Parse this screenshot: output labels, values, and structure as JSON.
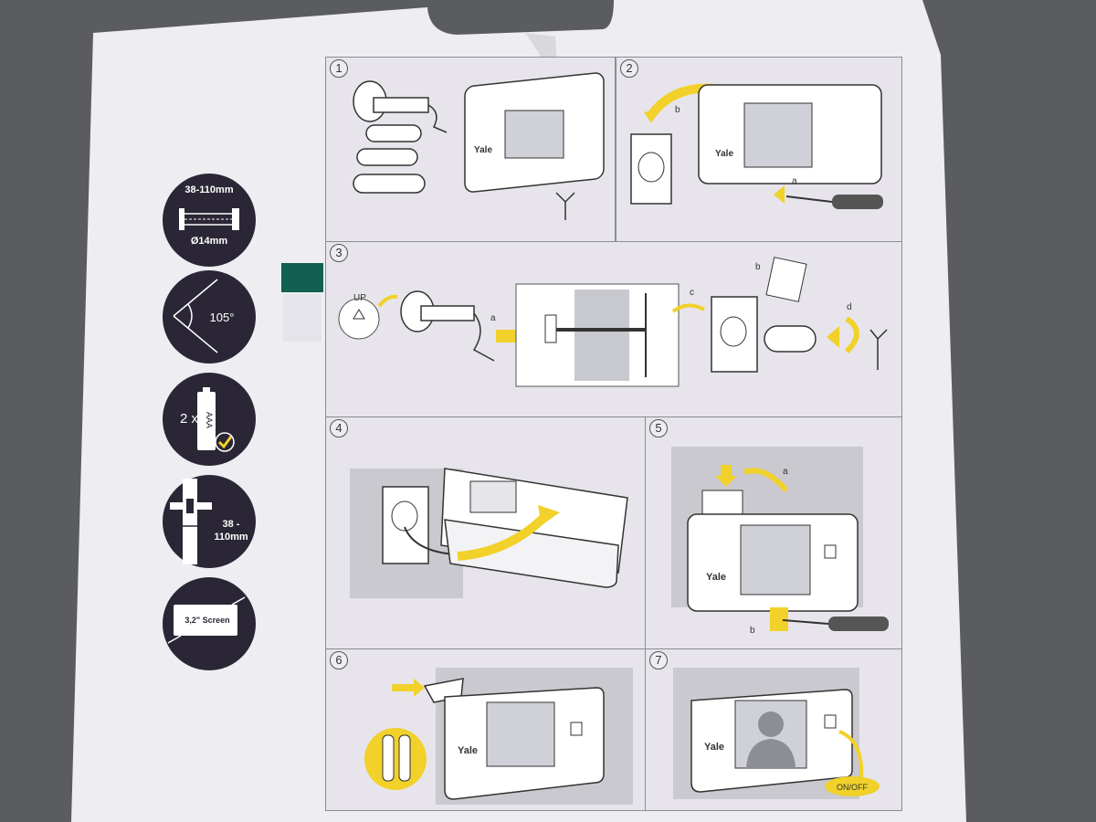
{
  "features": {
    "door_thickness": {
      "range": "38-110mm",
      "diameter": "Ø14mm"
    },
    "viewing_angle": {
      "label": "105°"
    },
    "batteries": {
      "count": "2 x",
      "type": "AAA"
    },
    "door_range": {
      "line1": "38 -",
      "line2": "110mm"
    },
    "screen": {
      "label": "3,2\" Screen"
    }
  },
  "steps": [
    {
      "number": "1"
    },
    {
      "number": "2",
      "markers": [
        "b",
        "a"
      ],
      "brand": "Yale"
    },
    {
      "number": "3",
      "up_label": "UP",
      "markers": [
        "a",
        "b",
        "c",
        "d"
      ]
    },
    {
      "number": "4"
    },
    {
      "number": "5",
      "markers": [
        "a",
        "b"
      ],
      "brand": "Yale"
    },
    {
      "number": "6",
      "brand": "Yale"
    },
    {
      "number": "7",
      "brand": "Yale",
      "button_label": "ON/OFF"
    }
  ],
  "brand": "Yale",
  "colors": {
    "accent": "#f1d12a",
    "icon_bg": "#2b2635",
    "teal": "#12604f"
  }
}
